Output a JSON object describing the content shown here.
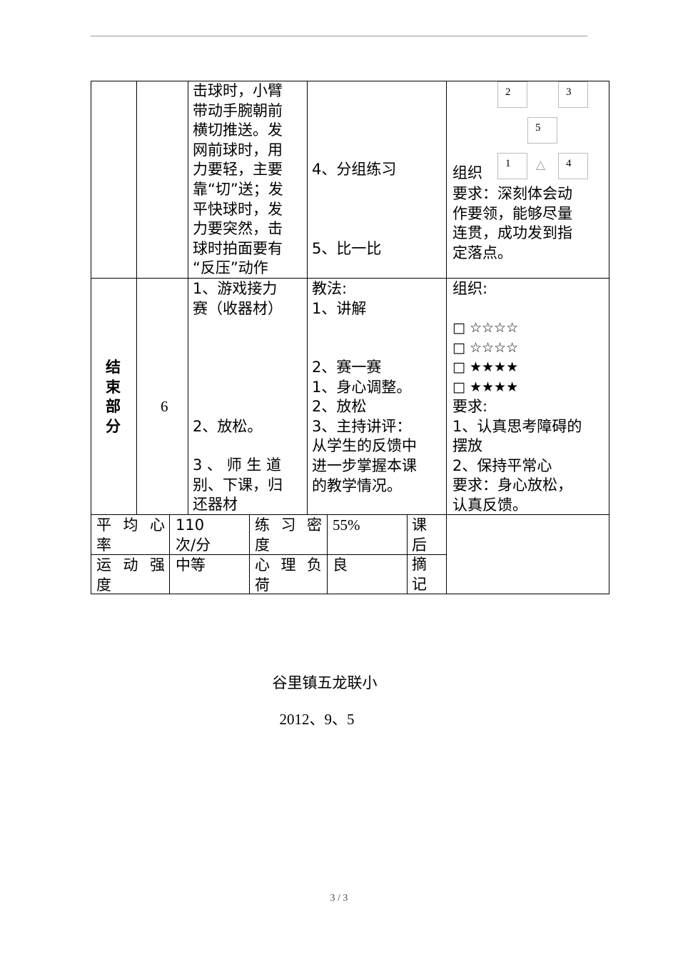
{
  "row1": {
    "content": [
      "击球时，小臂",
      "带动手腕朝前",
      "横切推送。发",
      "网前球时，用",
      "力要轻，主要",
      "靠“切”送；发",
      "平快球时，发",
      "力要突然，击",
      "球时拍面要有",
      "“反压”动作"
    ],
    "method1": "4、分组练习",
    "method2": "5、比一比",
    "formation_boxes": [
      "2",
      "3",
      "5",
      "1",
      "4"
    ],
    "triangle": "△",
    "org_label": "组织",
    "requirements": [
      "要求：深刻体会动",
      "作要领，能够尽量",
      "连贯，成功发到指",
      "定落点。"
    ]
  },
  "row2": {
    "section": [
      "结",
      "束",
      "部",
      "分"
    ],
    "time": "6",
    "content_a": [
      "1、游戏接力",
      "赛（收器材）"
    ],
    "content_b": "2、放松。",
    "content_c": [
      "3 、 师 生 道",
      "别、下课，归",
      "还器材"
    ],
    "method_a": [
      "教法:",
      "1、讲解"
    ],
    "method_b": [
      "2、赛一赛",
      "1、身心调整。",
      "2、放松",
      "3、主持讲评：",
      "从学生的反馈中",
      "进一步掌握本课",
      "的教学情况。"
    ],
    "org_label": "组织:",
    "formation": [
      "□ ☆☆☆☆",
      "□ ☆☆☆☆",
      "□ ★★★★",
      "□ ★★★★"
    ],
    "requirements": [
      "要求:",
      "1、认真思考障碍的",
      "摆放",
      "2、保持平常心",
      "要求：身心放松，",
      "认真反馈。"
    ]
  },
  "summary": {
    "hr_label": [
      "平 均 心",
      "率"
    ],
    "hr_value": [
      "110",
      "次/分"
    ],
    "density_label": [
      "练 习 密",
      "度"
    ],
    "density_value": "55%",
    "intensity_label": [
      "运 动 强",
      "度"
    ],
    "intensity_value": "中等",
    "load_label": [
      "心 理 负",
      "荷"
    ],
    "load_value": "良",
    "notes_label": [
      "课",
      "后",
      "摘",
      "记"
    ]
  },
  "footer": {
    "school": "谷里镇五龙联小",
    "date": "2012、9、5",
    "page": "3 / 3"
  }
}
